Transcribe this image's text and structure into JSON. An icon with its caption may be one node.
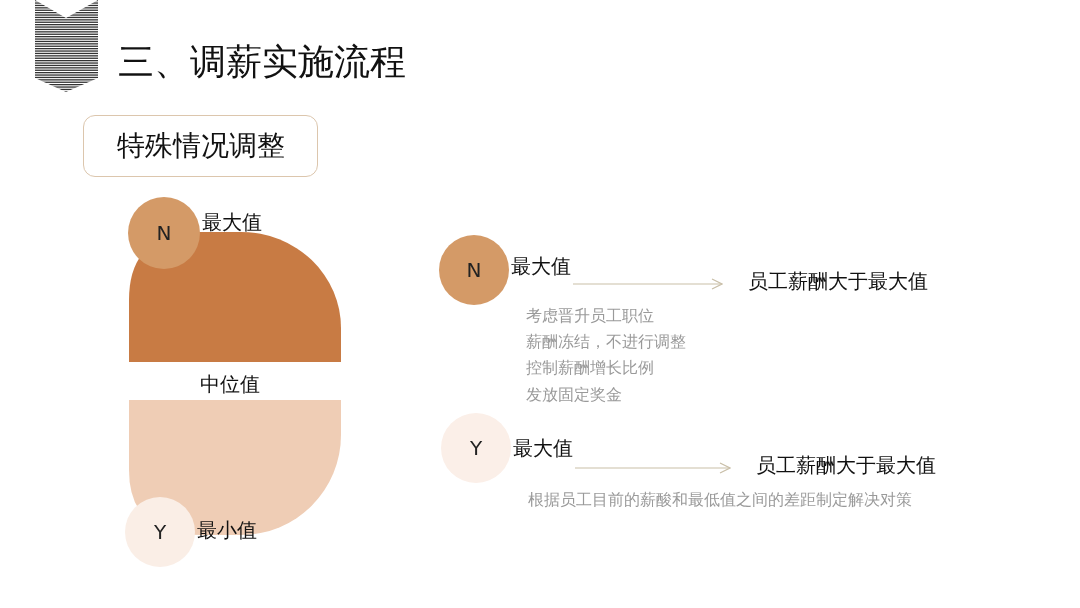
{
  "diagram": {
    "title": "三、调薪实施流程",
    "nodes": [
      {
        "text": [
          "特殊情况调整"
        ]
      },
      {
        "text": [
          "N"
        ],
        "beside": [
          "最大值"
        ]
      },
      {
        "text": [
          "Y"
        ],
        "beside": [
          "最小值"
        ]
      },
      {
        "text": [
          "N"
        ],
        "beside": [
          "最大值"
        ]
      },
      {
        "text": [
          "员工薪酬大于最大值"
        ]
      },
      {
        "text": [
          "Y"
        ],
        "beside": [
          "最大值"
        ]
      },
      {
        "text": [
          "员工薪酬大于最大值"
        ]
      }
    ],
    "edges": [
      {
        "from": 3,
        "to": 4,
        "arrow": "to"
      },
      {
        "from": 5,
        "to": 6,
        "arrow": "to"
      }
    ],
    "labels": [
      "中位值",
      "考虑晋升员工职位",
      "薪酬冻结，不进行调整",
      "控制薪酬增长比例",
      "发放固定奖金",
      "根据员工目前的薪酸和最低值之间的差距制定解决对策"
    ]
  }
}
